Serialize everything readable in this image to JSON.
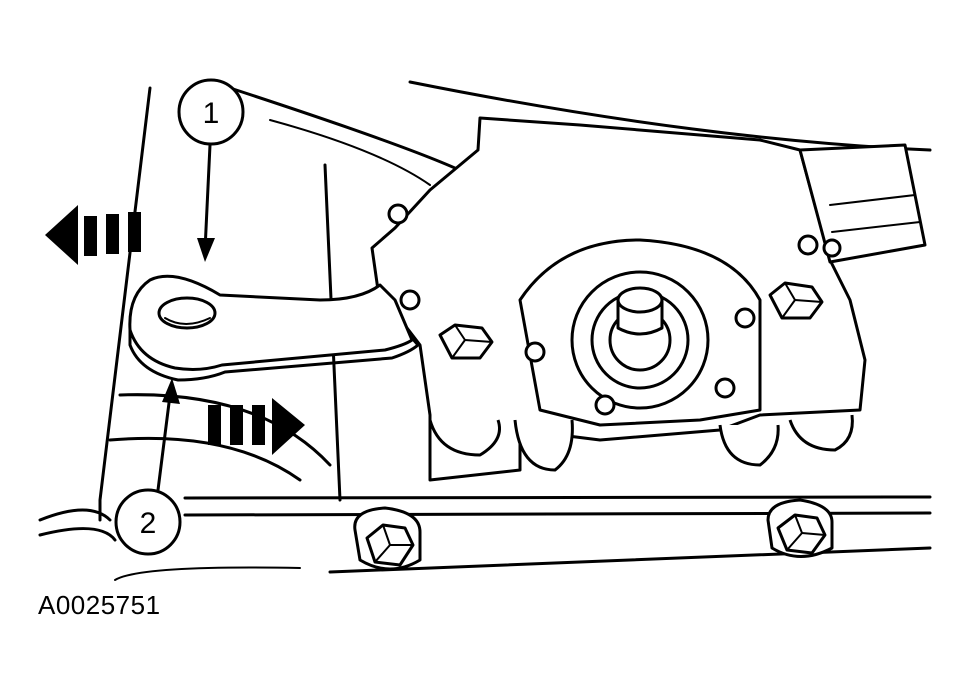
{
  "callouts": {
    "one": "1",
    "two": "2"
  },
  "figure_id": "A0025751",
  "icons": {
    "left_arrow": "dashed-arrow-left",
    "right_arrow": "dashed-arrow-right"
  }
}
